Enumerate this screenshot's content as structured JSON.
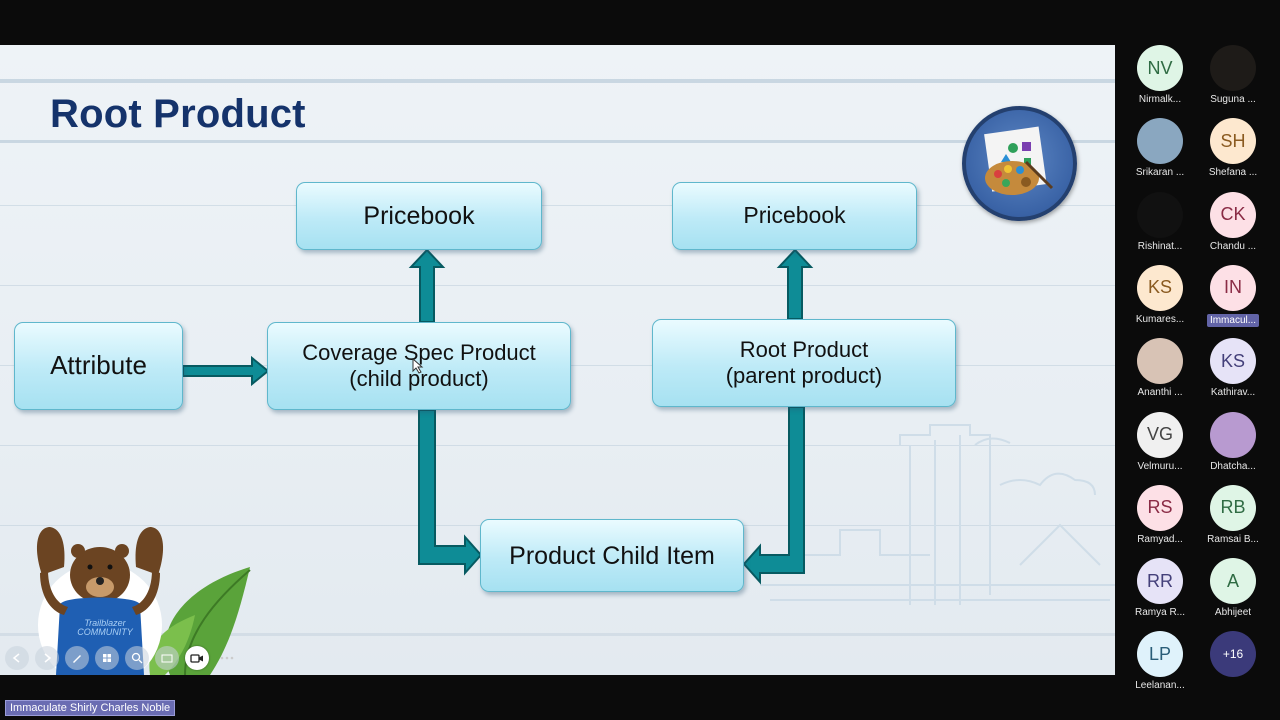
{
  "slide": {
    "title": "Root Product",
    "boxes": {
      "pricebook_left": "Pricebook",
      "pricebook_right": "Pricebook",
      "attribute": "Attribute",
      "coverage_spec": "Coverage Spec Product\n(child product)",
      "root_product": "Root Product\n(parent product)",
      "product_child_item": "Product Child Item"
    },
    "mascot_shirt_text": "Trailblazer\nCOMMUNITY"
  },
  "participants": [
    {
      "initials": "NV",
      "name": "Nirmalk...",
      "bg": "#dff5e6",
      "fg": "#2f6b43"
    },
    {
      "initials": "",
      "name": "Suguna ...",
      "bg": "#1e1b18",
      "fg": "#d9b56a",
      "photo": "monogram-sv"
    },
    {
      "initials": "",
      "name": "Srikaran ...",
      "bg": "#8aa7c0",
      "fg": "#333",
      "photo": "photo"
    },
    {
      "initials": "SH",
      "name": "Shefana ...",
      "bg": "#fde8cf",
      "fg": "#8a5a20"
    },
    {
      "initials": "",
      "name": "Rishinat...",
      "bg": "#111111",
      "fg": "#ddd",
      "photo": "monogram-rj"
    },
    {
      "initials": "CK",
      "name": "Chandu ...",
      "bg": "#fde0e6",
      "fg": "#8a2b45"
    },
    {
      "initials": "KS",
      "name": "Kumares...",
      "bg": "#fde8cf",
      "fg": "#8a5a20"
    },
    {
      "initials": "IN",
      "name": "Immacul...",
      "bg": "#fde0e6",
      "fg": "#8a2b45",
      "highlight": true
    },
    {
      "initials": "",
      "name": "Ananthi ...",
      "bg": "#d8c3b5",
      "fg": "#333",
      "photo": "photo"
    },
    {
      "initials": "KS",
      "name": "Kathirav...",
      "bg": "#e6e3f7",
      "fg": "#44407a"
    },
    {
      "initials": "VG",
      "name": "Velmuru...",
      "bg": "#f0f0f0",
      "fg": "#444"
    },
    {
      "initials": "",
      "name": "Dhatcha...",
      "bg": "#b89ad0",
      "fg": "#333",
      "photo": "photo"
    },
    {
      "initials": "RS",
      "name": "Ramyad...",
      "bg": "#fde0e6",
      "fg": "#8a2b45"
    },
    {
      "initials": "RB",
      "name": "Ramsai B...",
      "bg": "#dff5e6",
      "fg": "#2f6b43"
    },
    {
      "initials": "RR",
      "name": "Ramya R...",
      "bg": "#e6e3f7",
      "fg": "#44407a"
    },
    {
      "initials": "A",
      "name": "Abhijeet",
      "bg": "#dff5e6",
      "fg": "#2f6b43"
    },
    {
      "initials": "LP",
      "name": "Leelanan...",
      "bg": "#dff2fb",
      "fg": "#2a5d78"
    },
    {
      "initials": "+16",
      "name": "",
      "bg": "#3b3a7a",
      "fg": "#ffffff",
      "more": true
    }
  ],
  "active_speaker": "Immaculate Shirly Charles Noble"
}
